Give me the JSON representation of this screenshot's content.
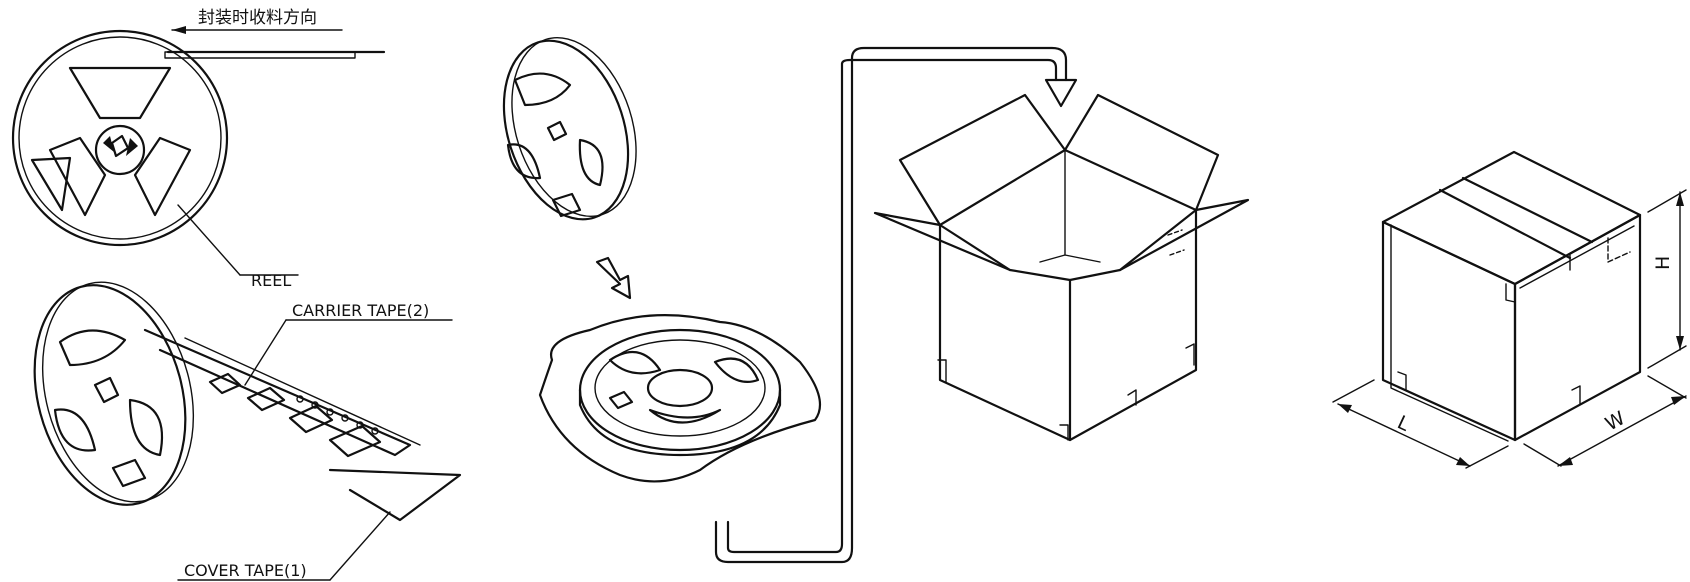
{
  "labels": {
    "direction": "封装时收料方向",
    "reel": "REEL",
    "carrier_tape": "CARRIER TAPE(2)",
    "cover_tape": "COVER TAPE(1)",
    "dim_l": "L",
    "dim_w": "W",
    "dim_h": "H"
  }
}
